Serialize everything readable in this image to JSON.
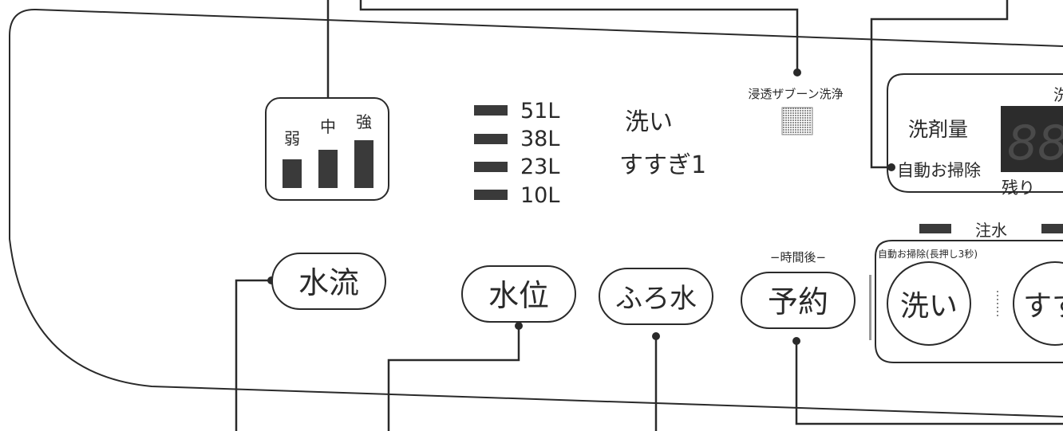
{
  "panel": {
    "flow_indicator": {
      "weak": "弱",
      "medium": "中",
      "strong": "強"
    },
    "water_levels": [
      "51L",
      "38L",
      "23L",
      "10L"
    ],
    "courses": {
      "wash": "洗い",
      "rinse": "すすぎ1"
    },
    "infiltration_label": "浸透ザブーン洗浄",
    "display": {
      "header": "洗",
      "detergent_label": "洗剤量",
      "auto_clean_label": "自動お掃除",
      "remaining_label": "残り",
      "seg_digits": "88"
    },
    "water_fill_label": "注水",
    "timer_caption": "−時間後−",
    "auto_clean_hold": "自動お掃除(長押し3秒)"
  },
  "buttons": {
    "flow": "水流",
    "level": "水位",
    "bath": "ふろ水",
    "reserve": "予約",
    "wash": "洗い",
    "rinse": "すす"
  },
  "colors": {
    "line": "#2a2a2a",
    "indicator": "#3a3a3a",
    "panel_bg": "#ffffff"
  }
}
